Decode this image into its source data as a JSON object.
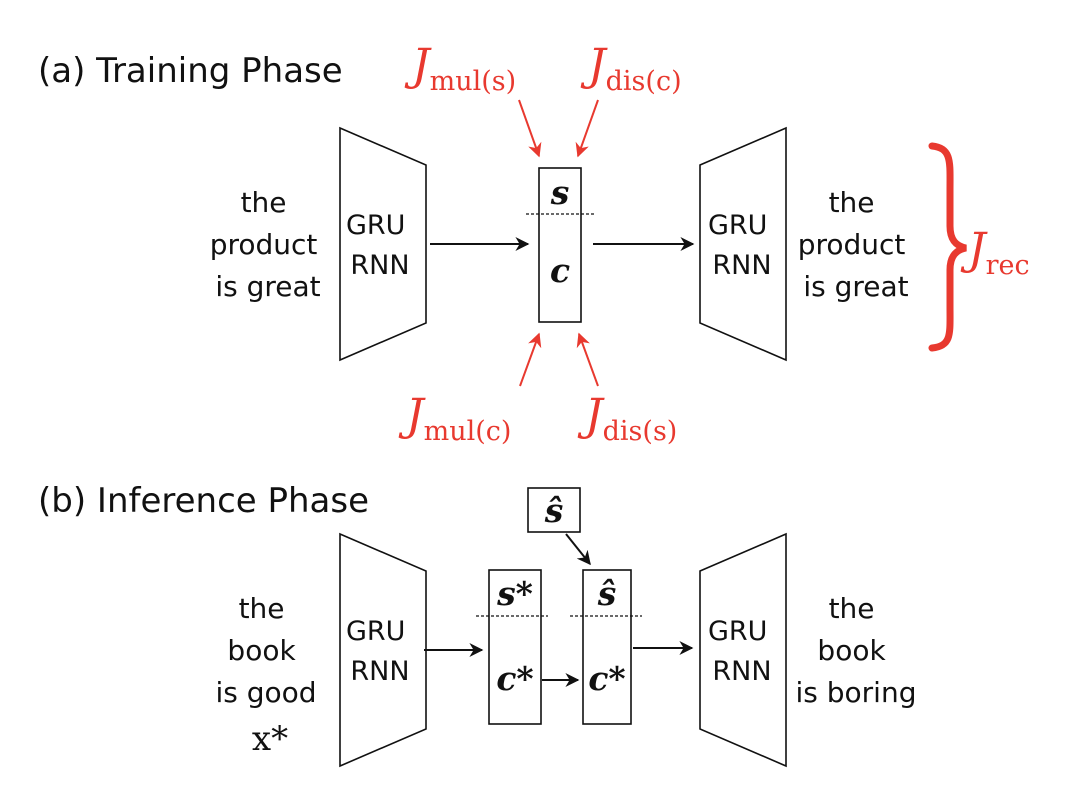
{
  "training": {
    "title": "(a) Training Phase",
    "input_lines": [
      "the",
      "product",
      "is great"
    ],
    "output_lines": [
      "the",
      "product",
      "is great"
    ],
    "encoder": {
      "line1": "GRU",
      "line2": "RNN"
    },
    "decoder": {
      "line1": "GRU",
      "line2": "RNN"
    },
    "latent": {
      "style": "s",
      "content": "c"
    },
    "losses": {
      "mul_s": {
        "main": "J",
        "sub": "mul(s)"
      },
      "dis_c": {
        "main": "J",
        "sub": "dis(c)"
      },
      "mul_c": {
        "main": "J",
        "sub": "mul(c)"
      },
      "dis_s": {
        "main": "J",
        "sub": "dis(s)"
      },
      "rec": {
        "main": "J",
        "sub": "rec"
      }
    }
  },
  "inference": {
    "title": "(b) Inference Phase",
    "input_lines": [
      "the",
      "book",
      "is good"
    ],
    "input_symbol": "x*",
    "output_lines": [
      "the",
      "book",
      "is boring"
    ],
    "encoder": {
      "line1": "GRU",
      "line2": "RNN"
    },
    "decoder": {
      "line1": "GRU",
      "line2": "RNN"
    },
    "latent_original": {
      "style": "s*",
      "content": "c*"
    },
    "latent_modified": {
      "style": "ŝ",
      "content": "c*"
    },
    "target_style": "ŝ"
  },
  "colors": {
    "loss": "#e8392f",
    "ink": "#111111"
  }
}
